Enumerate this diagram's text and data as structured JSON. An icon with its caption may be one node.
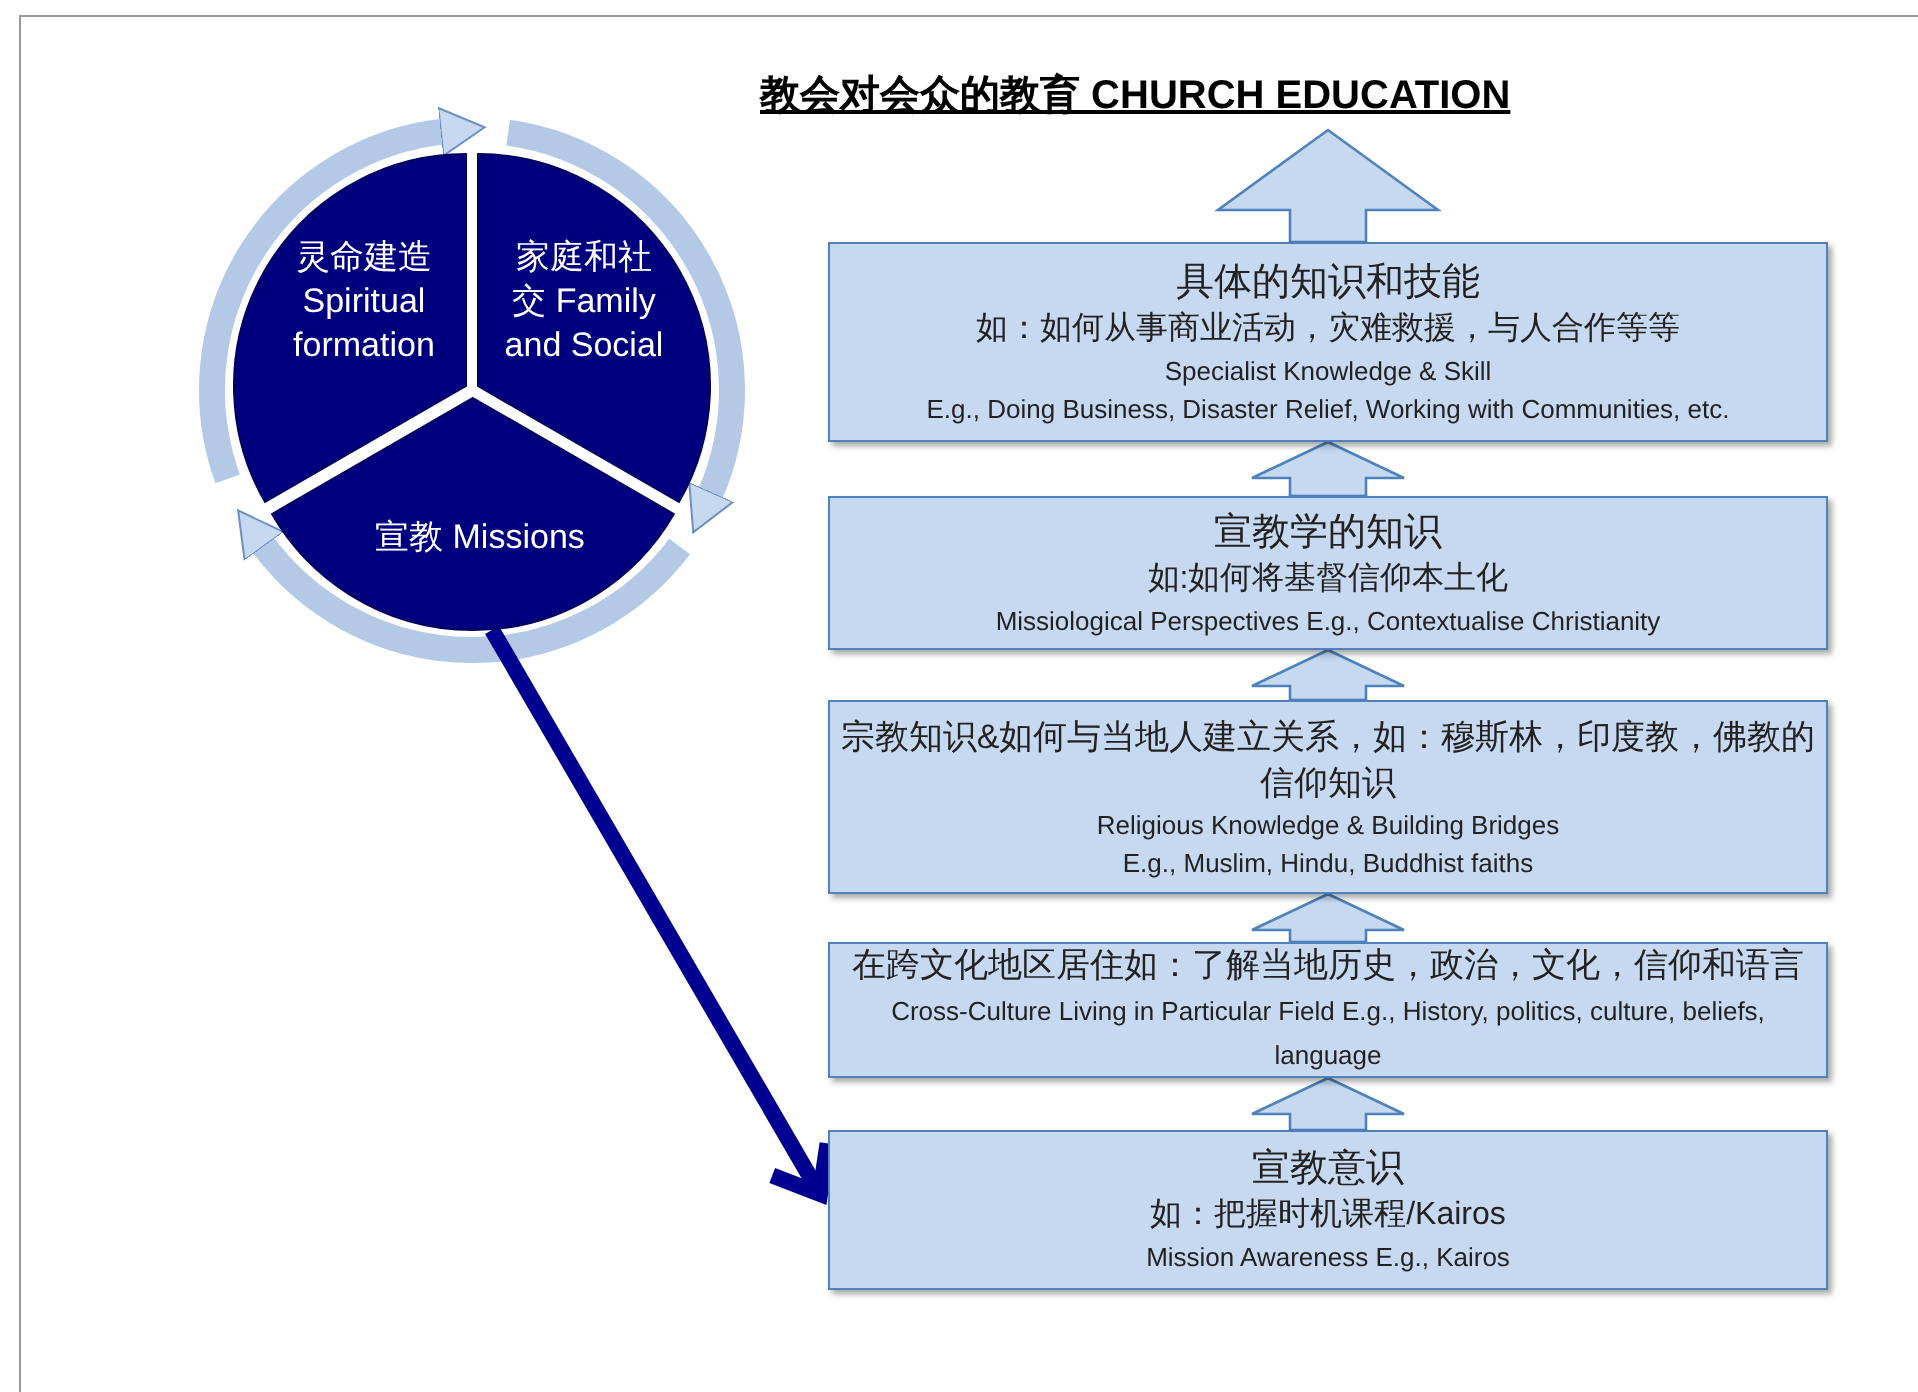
{
  "diagram": {
    "title": "教会对会众的教育 CHURCH EDUCATION",
    "nodes": [
      {
        "text": [
          "灵命建造 Spiritual formation"
        ]
      },
      {
        "text": [
          "家庭和社交 Family and Social"
        ]
      },
      {
        "text": [
          "宣教 Missions"
        ]
      },
      {
        "text": [
          "具体的知识和技能",
          "如：如何从事商业活动，灾难救援，与人合作等等",
          "Specialist Knowledge & Skill",
          "E.g., Doing Business, Disaster Relief, Working with Communities, etc."
        ]
      },
      {
        "text": [
          "宣教学的知识",
          "如:如何将基督信仰本土化",
          "Missiological Perspectives E.g., Contextualise Christianity"
        ]
      },
      {
        "text": [
          "宗教知识&如何与当地人建立关系，如：穆斯林，印度教，佛教的信仰知识",
          "Religious Knowledge & Building Bridges",
          "E.g., Muslim, Hindu, Buddhist faiths"
        ]
      },
      {
        "text": [
          "在跨文化地区居住如：了解当地历史，政治，文化，信仰和语言",
          "Cross-Culture Living in Particular Field E.g., History, politics, culture, beliefs, language"
        ]
      },
      {
        "text": [
          "宣教意识",
          "如：把握时机课程/Kairos",
          "Mission Awareness E.g., Kairos"
        ]
      }
    ],
    "edges": [
      {
        "from": 0,
        "to": 1,
        "arrow": "to"
      },
      {
        "from": 1,
        "to": 2,
        "arrow": "to"
      },
      {
        "from": 2,
        "to": 0,
        "arrow": "to"
      },
      {
        "from": 2,
        "to": 7,
        "arrow": "to",
        "color": "#000090"
      },
      {
        "from": 7,
        "to": 6,
        "arrow": "to"
      },
      {
        "from": 6,
        "to": 5,
        "arrow": "to"
      },
      {
        "from": 5,
        "to": 4,
        "arrow": "to"
      },
      {
        "from": 4,
        "to": 3,
        "arrow": "to"
      },
      {
        "from": 3,
        "to": null,
        "arrow": "to"
      }
    ]
  }
}
